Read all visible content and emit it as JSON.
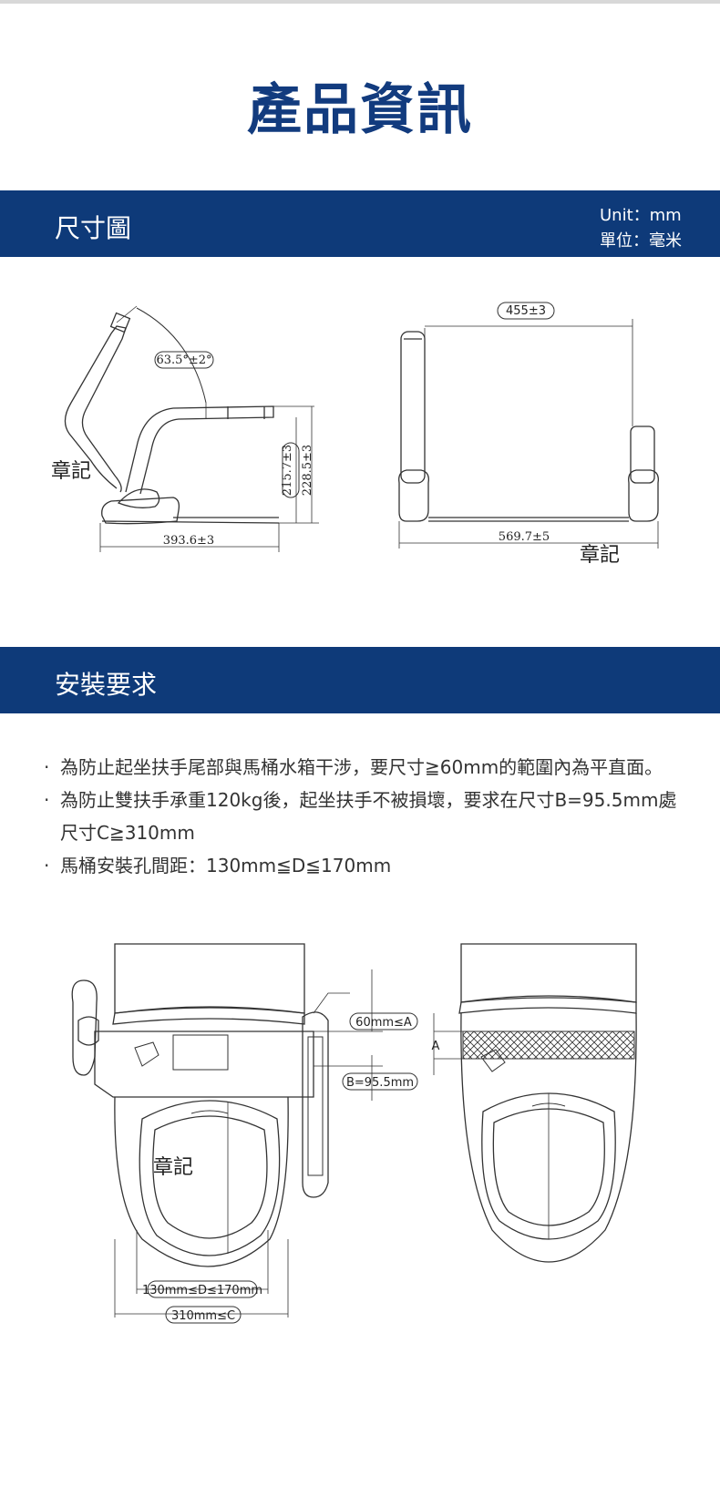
{
  "page_title": "產品資訊",
  "section_dimensions": {
    "title": "尺寸圖",
    "unit_en": "Unit：mm",
    "unit_zh": "單位：毫米"
  },
  "side_view": {
    "angle": "63.5°±2°",
    "height_1": "215.7±3",
    "height_2": "228.5±3",
    "depth": "393.6±3",
    "stamp": "章記"
  },
  "front_view": {
    "inner_width": "455±3",
    "outer_width": "569.7±5",
    "stamp": "章記"
  },
  "section_install": {
    "title": "安裝要求"
  },
  "requirements": [
    "為防止起坐扶手尾部與馬桶水箱干涉，要尺寸≧60mm的範圍內為平直面。",
    "為防止雙扶手承重120kg後，起坐扶手不被損壞，要求在尺寸B=95.5mm處尺寸C≧310mm",
    "馬桶安裝孔間距：130mm≦D≦170mm"
  ],
  "install_diagram": {
    "label_a_range": "60mm≤A",
    "label_b": "B=95.5mm",
    "label_d": "130mm≤D≤170mm",
    "label_c": "310mm≤C",
    "label_a": "A",
    "stamp": "章記"
  },
  "colors": {
    "brand_blue": "#0e3a79",
    "title_blue": "#123b7e"
  }
}
